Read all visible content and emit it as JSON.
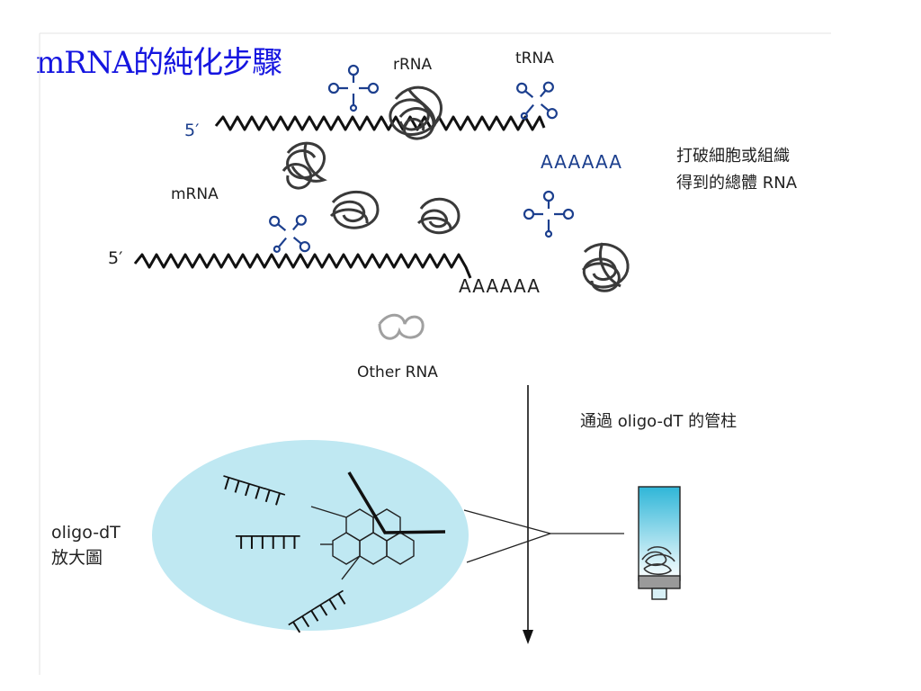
{
  "title": "mRNA的純化步驟",
  "labels": {
    "rrna": "rRNA",
    "trna": "tRNA",
    "mrna": "mRNA",
    "other_rna": "Other RNA",
    "five_prime_1": "5′",
    "five_prime_2": "5′",
    "polya_1": "AAAAAA",
    "polya_2": "AAAAAA"
  },
  "steps": {
    "extract_line1": "打破細胞或組織",
    "extract_line2": "得到的總體 RNA",
    "column": "通過 oligo-dT 的管柱"
  },
  "zoom": {
    "label_line1": "oligo-dT",
    "label_line2": "放大圖",
    "tt1": "TTTTTT",
    "tt2": "TTTTTT",
    "tt3": "TTTTTT"
  },
  "colors": {
    "title": "#1515e0",
    "trna": "#1c3f8e",
    "zoom_fill": "#bfe8f2",
    "column_gradient_top": "#2fb6d8"
  }
}
